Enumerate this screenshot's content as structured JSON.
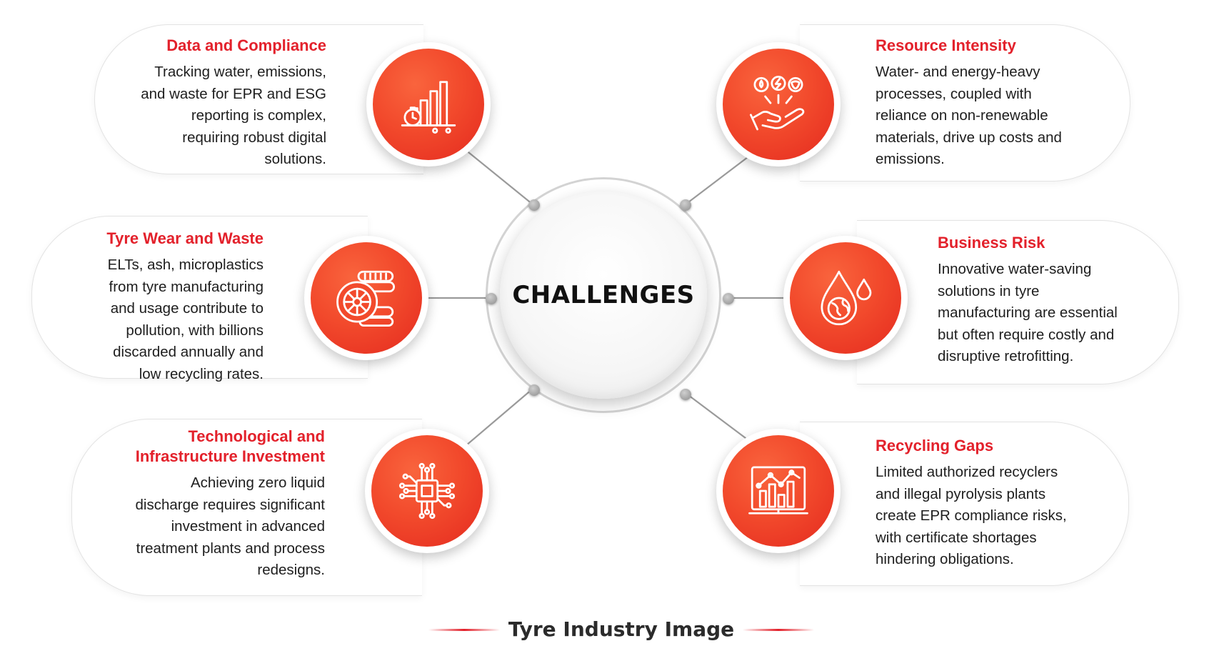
{
  "center": {
    "title": "CHALLENGES"
  },
  "challenges": [
    {
      "title": "Data and Compliance",
      "description": "Tracking water, emissions,\nand waste for EPR and ESG\nreporting is complex,\nrequiring robust digital\nsolutions.",
      "icon": "bar-chart-stopwatch-icon"
    },
    {
      "title": "Tyre Wear and Waste",
      "description": "ELTs, ash, microplastics\nfrom tyre manufacturing\nand usage contribute to\npollution, with billions\ndiscarded annually and\nlow recycling rates.",
      "icon": "tyre-stack-icon"
    },
    {
      "title": "Technological and\nInfrastructure Investment",
      "description": "Achieving zero liquid\ndischarge requires significant\ninvestment in advanced\ntreatment plants and process\nredesigns.",
      "icon": "microchip-icon"
    },
    {
      "title": "Resource Intensity",
      "description": "Water- and energy-heavy\nprocesses, coupled with\nreliance on non-renewable\nmaterials, drive up costs and\nemissions.",
      "icon": "hand-resources-icon"
    },
    {
      "title": "Business Risk",
      "description": "Innovative water-saving\nsolutions in tyre\nmanufacturing are essential\nbut often require costly and\ndisruptive retrofitting.",
      "icon": "water-drop-globe-icon"
    },
    {
      "title": "Recycling Gaps",
      "description": "Limited authorized recyclers\nand illegal pyrolysis plants\ncreate EPR compliance risks,\nwith certificate shortages\nhindering obligations.",
      "icon": "analytics-board-icon"
    }
  ],
  "footer": {
    "caption": "Tyre Industry Image"
  },
  "colors": {
    "accent": "#e3212b",
    "icon_gradient_light": "#f9643d",
    "icon_gradient_dark": "#e42a1f",
    "text": "#1e1e1e"
  }
}
